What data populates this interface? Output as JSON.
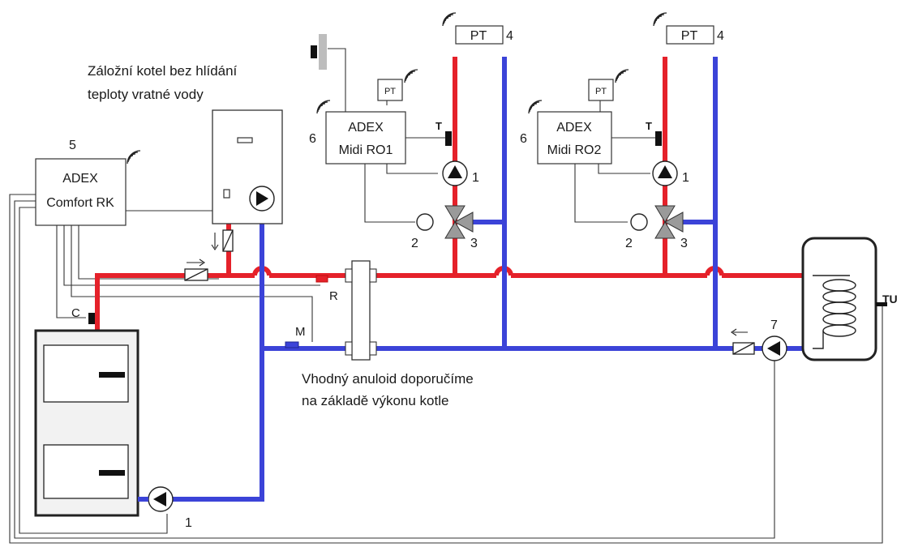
{
  "labels": {
    "backup_title_1": "Záložní kotel bez hlídání",
    "backup_title_2": "teploty vratné vody",
    "comfort_line1": "ADEX",
    "comfort_line2": "Comfort RK",
    "comfort_num": "5",
    "ro1_line1": "ADEX",
    "ro1_line2": "Midi RO1",
    "ro2_line1": "ADEX",
    "ro2_line2": "Midi RO2",
    "controller_num": "6",
    "pt": "PT",
    "pt_num": "4",
    "t": "T",
    "pump_num": "1",
    "actuator_num": "2",
    "valve_num": "3",
    "sensor_c": "C",
    "sensor_r": "R",
    "sensor_m": "M",
    "pump7_num": "7",
    "tu": "TU",
    "note_1": "Vhodný anuloid doporučíme",
    "note_2": "na základě výkonu kotle"
  },
  "colors": {
    "supply": "#e5212a",
    "return": "#3b43d8",
    "wire": "#333333"
  },
  "icons": [
    "wifi-icon",
    "pump-icon",
    "three-way-valve-icon",
    "check-valve-icon",
    "sensor-icon",
    "coil-icon"
  ]
}
